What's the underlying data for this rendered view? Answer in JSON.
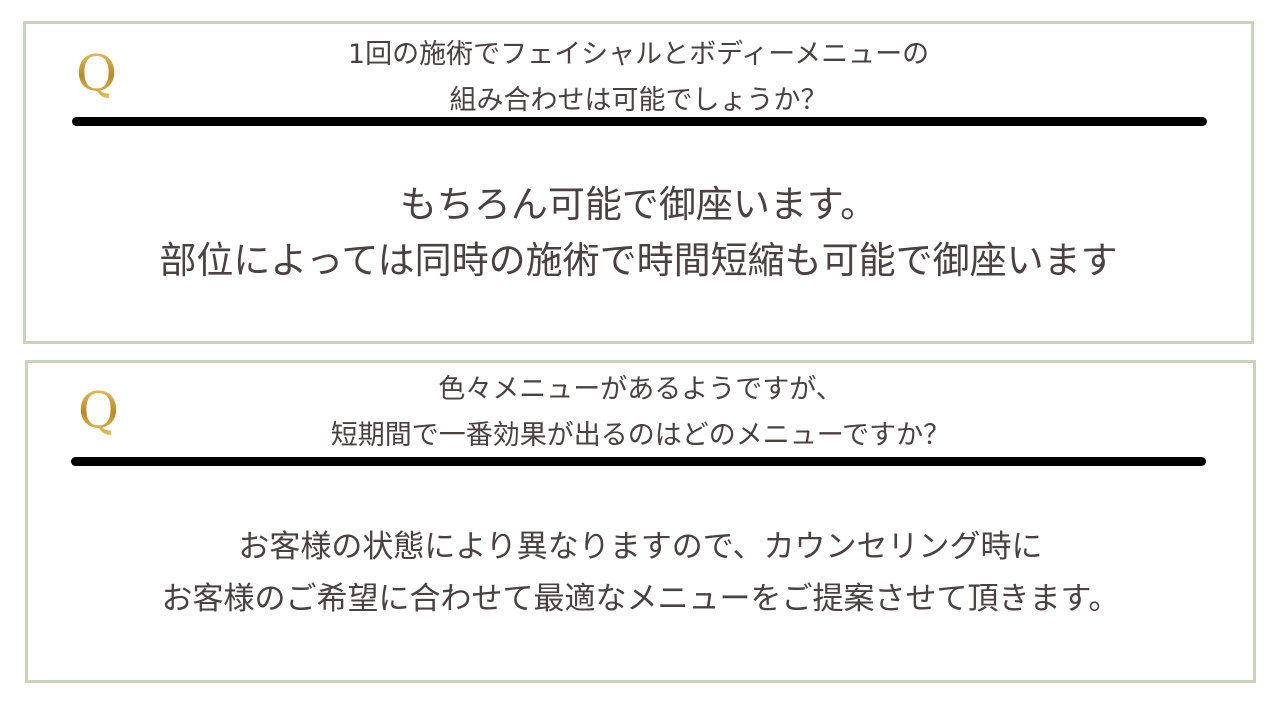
{
  "faq": [
    {
      "q_icon": "Q",
      "question_lines": [
        "1回の施術でフェイシャルとボディーメニューの",
        "組み合わせは可能でしょうか？"
      ],
      "answer_lines": [
        "もちろん可能で御座います。",
        "部位によっては同時の施術で時間短縮も可能で御座います"
      ]
    },
    {
      "q_icon": "Q",
      "question_lines": [
        "色々メニューがあるようですが、",
        "短期間で一番効果が出るのはどのメニューですか？"
      ],
      "answer_lines": [
        "お客様の状態により異なりますので、カウンセリング時に",
        "お客様のご希望に合わせて最適なメニューをご提案させて頂きます。"
      ]
    }
  ],
  "colors": {
    "border": "#c9d4bb",
    "text": "#4b4141",
    "rule": "#000000",
    "gold": "#c99a35"
  }
}
